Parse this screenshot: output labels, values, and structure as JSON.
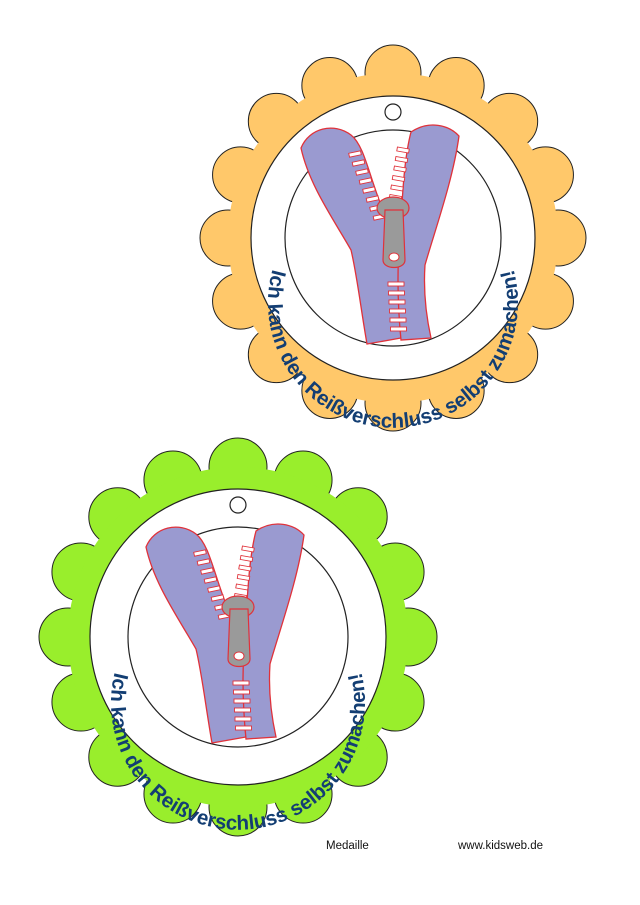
{
  "medals": [
    {
      "text": "Ich kann den Reißverschluss selbst zumachen!",
      "scallop_color": "#ffc86a",
      "illustration": "zipper-icon"
    },
    {
      "text": "Ich kann den Reißverschluss selbst zumachen!",
      "scallop_color": "#99ee2c",
      "illustration": "zipper-icon"
    }
  ],
  "colors": {
    "text": "#133e73",
    "zipper_fabric": "#9a9ad0",
    "zipper_outline": "#e0323a",
    "zipper_pull": "#9a9a9a"
  },
  "footer": {
    "label": "Medaille",
    "website": "www.kidsweb.de"
  }
}
